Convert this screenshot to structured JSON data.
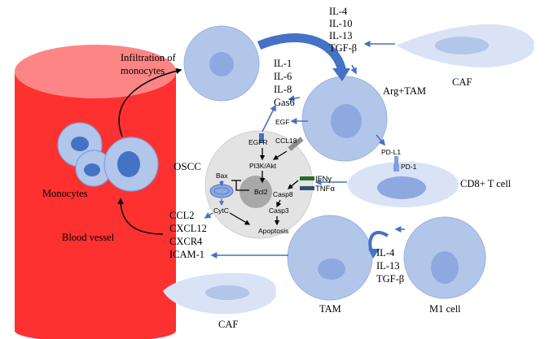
{
  "labels": {
    "infiltration_line1": "Infiltration of",
    "infiltration_line2": "monocytes",
    "monocytes": "Monocytes",
    "blood_vessel": "Blood vessel",
    "oscc": "OSCC",
    "caf_top": "CAF",
    "caf_bottom": "CAF",
    "arg_tam": "Arg+TAM",
    "cd8_t_cell": "CD8+ T cell",
    "tam": "TAM",
    "m1_cell": "M1 cell",
    "egf": "EGF",
    "egfr": "EGFR",
    "ccl18": "CCL18",
    "pi3k_akt": "PI3K/Akt",
    "bax": "Bax",
    "bcl2": "Bcl2",
    "cytc": "CytC",
    "casp8": "Casp8",
    "casp3": "Casp3",
    "apoptosis": "Apoptosis",
    "ifny": "IFNγ",
    "tnfa": "TNFα",
    "pd_l1": "PD-L1",
    "pd_1": "PD-1"
  },
  "cytokines_caf": [
    "IL-4",
    "IL-10",
    "IL-13",
    "TGF-β"
  ],
  "cytokines_tam": [
    "IL-1",
    "IL-6",
    "IL-8",
    "Gas6"
  ],
  "chemokines_oscc": [
    "CCL2",
    "CXCL12",
    "CXCR4",
    "ICAM-1"
  ],
  "cytokines_m1": [
    "IL-4",
    "IL-13",
    "TGF-β"
  ],
  "colors": {
    "vessel_red": "#fe3131",
    "vessel_top": "#fe8080",
    "cell_fill": "#b2c6ea",
    "nucleus_fill": "#7f9fdf",
    "arrow_blue": "#4472c4",
    "oscc_fill": "#e0e0e0",
    "caf_fill": "#d9e3f5"
  }
}
